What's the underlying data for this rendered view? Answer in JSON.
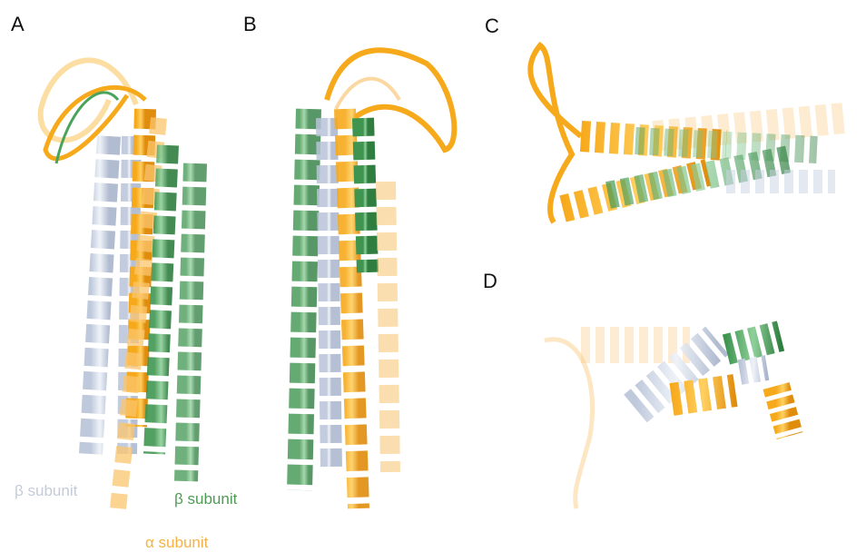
{
  "panels": {
    "a": "A",
    "b": "B",
    "c": "C",
    "d": "D"
  },
  "labels": {
    "beta_left": "β subunit",
    "beta_right": "β subunit",
    "alpha": "α subunit"
  },
  "colors": {
    "beta_light": "#c9d3e4",
    "beta_green": "#4aa35a",
    "alpha_orange": "#f7a91c",
    "alpha_pale": "#f9c87a",
    "label_grey": "#c4cbd9",
    "label_green": "#4f9b56",
    "label_orange": "#f6b246"
  }
}
